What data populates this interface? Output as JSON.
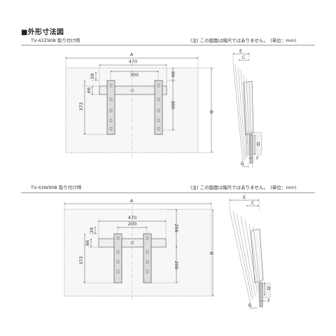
{
  "title": "■外形寸法図",
  "top": {
    "label": "TV-42Z90B 取り付け時",
    "note": "(注) この図面は縮尺ではありません。　(単位：mm)",
    "dims": {
      "a": "A",
      "w470": "470",
      "w300": "300",
      "h28": "28",
      "h66": "66",
      "h372": "372",
      "h99": "99",
      "h300": "300",
      "b": "B"
    },
    "side": {
      "e": "E",
      "c": "C",
      "d": "D",
      "g": "G",
      "f": "F"
    }
  },
  "bottom": {
    "label": "TV-43W90B 取り付け時",
    "note": "(注) この図面は縮尺ではありません。　(単位：mm)",
    "dims": {
      "a": "A",
      "w470": "470",
      "w200": "200",
      "h28": "28",
      "h66": "66",
      "h372": "372",
      "h256": "256",
      "h200": "200",
      "b": "B"
    },
    "side": {
      "e": "E",
      "c": "C",
      "d": "D",
      "g": "G",
      "f": "F"
    }
  }
}
